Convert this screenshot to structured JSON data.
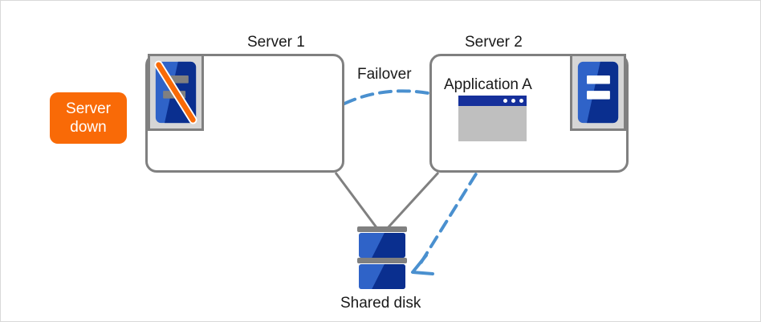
{
  "diagram": {
    "title": "Failover cluster diagram",
    "colors": {
      "orange": "#f96a07",
      "box_border_gray": "#808080",
      "arrow_blue": "#4a90cf",
      "server_blue_light": "#2f63c8",
      "server_blue_dark": "#0a2f8f",
      "app_titlebar_navy": "#16309b",
      "app_body_gray": "#bfbfbf",
      "icon_frame_gray": "#d6d6d6",
      "text_black": "#1a1a1a",
      "page_border": "#d9d9d9"
    }
  },
  "labels": {
    "server1": "Server 1",
    "server2": "Server 2",
    "failover": "Failover",
    "application_a": "Application A",
    "shared_disk": "Shared disk"
  },
  "badge": {
    "line1": "Server",
    "line2": "down"
  },
  "icons": {
    "server1_icon": "server-rack-down-icon",
    "server2_icon": "server-rack-icon",
    "app_window": "application-window-icon",
    "shared_disk": "disk-stack-icon",
    "failover_arrow": "dashed-curved-arrow-icon",
    "disk-write-arrow": "dashed-arrow-icon",
    "slash": "slash-overlay-icon"
  },
  "connectors": {
    "server1_to_disk": "line",
    "server2_to_disk": "line",
    "failover_arrow": "dashed-curve",
    "app_to_disk_arrow": "dashed-line"
  }
}
